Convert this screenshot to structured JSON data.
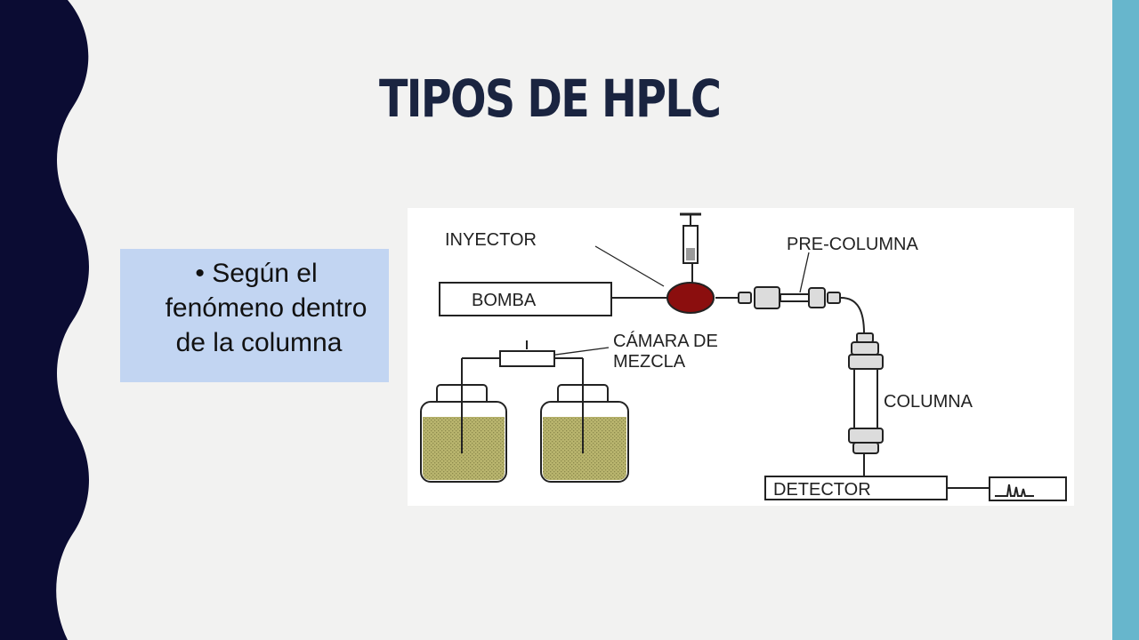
{
  "slide": {
    "title": "TIPOS DE HPLC",
    "bullet": "Según el fenómeno dentro de la columna",
    "bullet_lines": [
      "Según el",
      "fenómeno dentro",
      "de la columna"
    ]
  },
  "diagram": {
    "labels": {
      "injector": "INYECTOR",
      "pump": "BOMBA",
      "mixing_chamber_line1": "CÁMARA DE",
      "mixing_chamber_line2": "MEZCLA",
      "pre_column": "PRE-COLUMNA",
      "column": "COLUMNA",
      "detector": "DETECTOR"
    }
  },
  "colors": {
    "dark_band": "#0b0c33",
    "accent_bar": "#67b6cc",
    "title": "#1a2440",
    "bullet_box": "#c2d5f2",
    "injector_valve": "#8b0e0e",
    "solvent": "#b9b56e"
  }
}
